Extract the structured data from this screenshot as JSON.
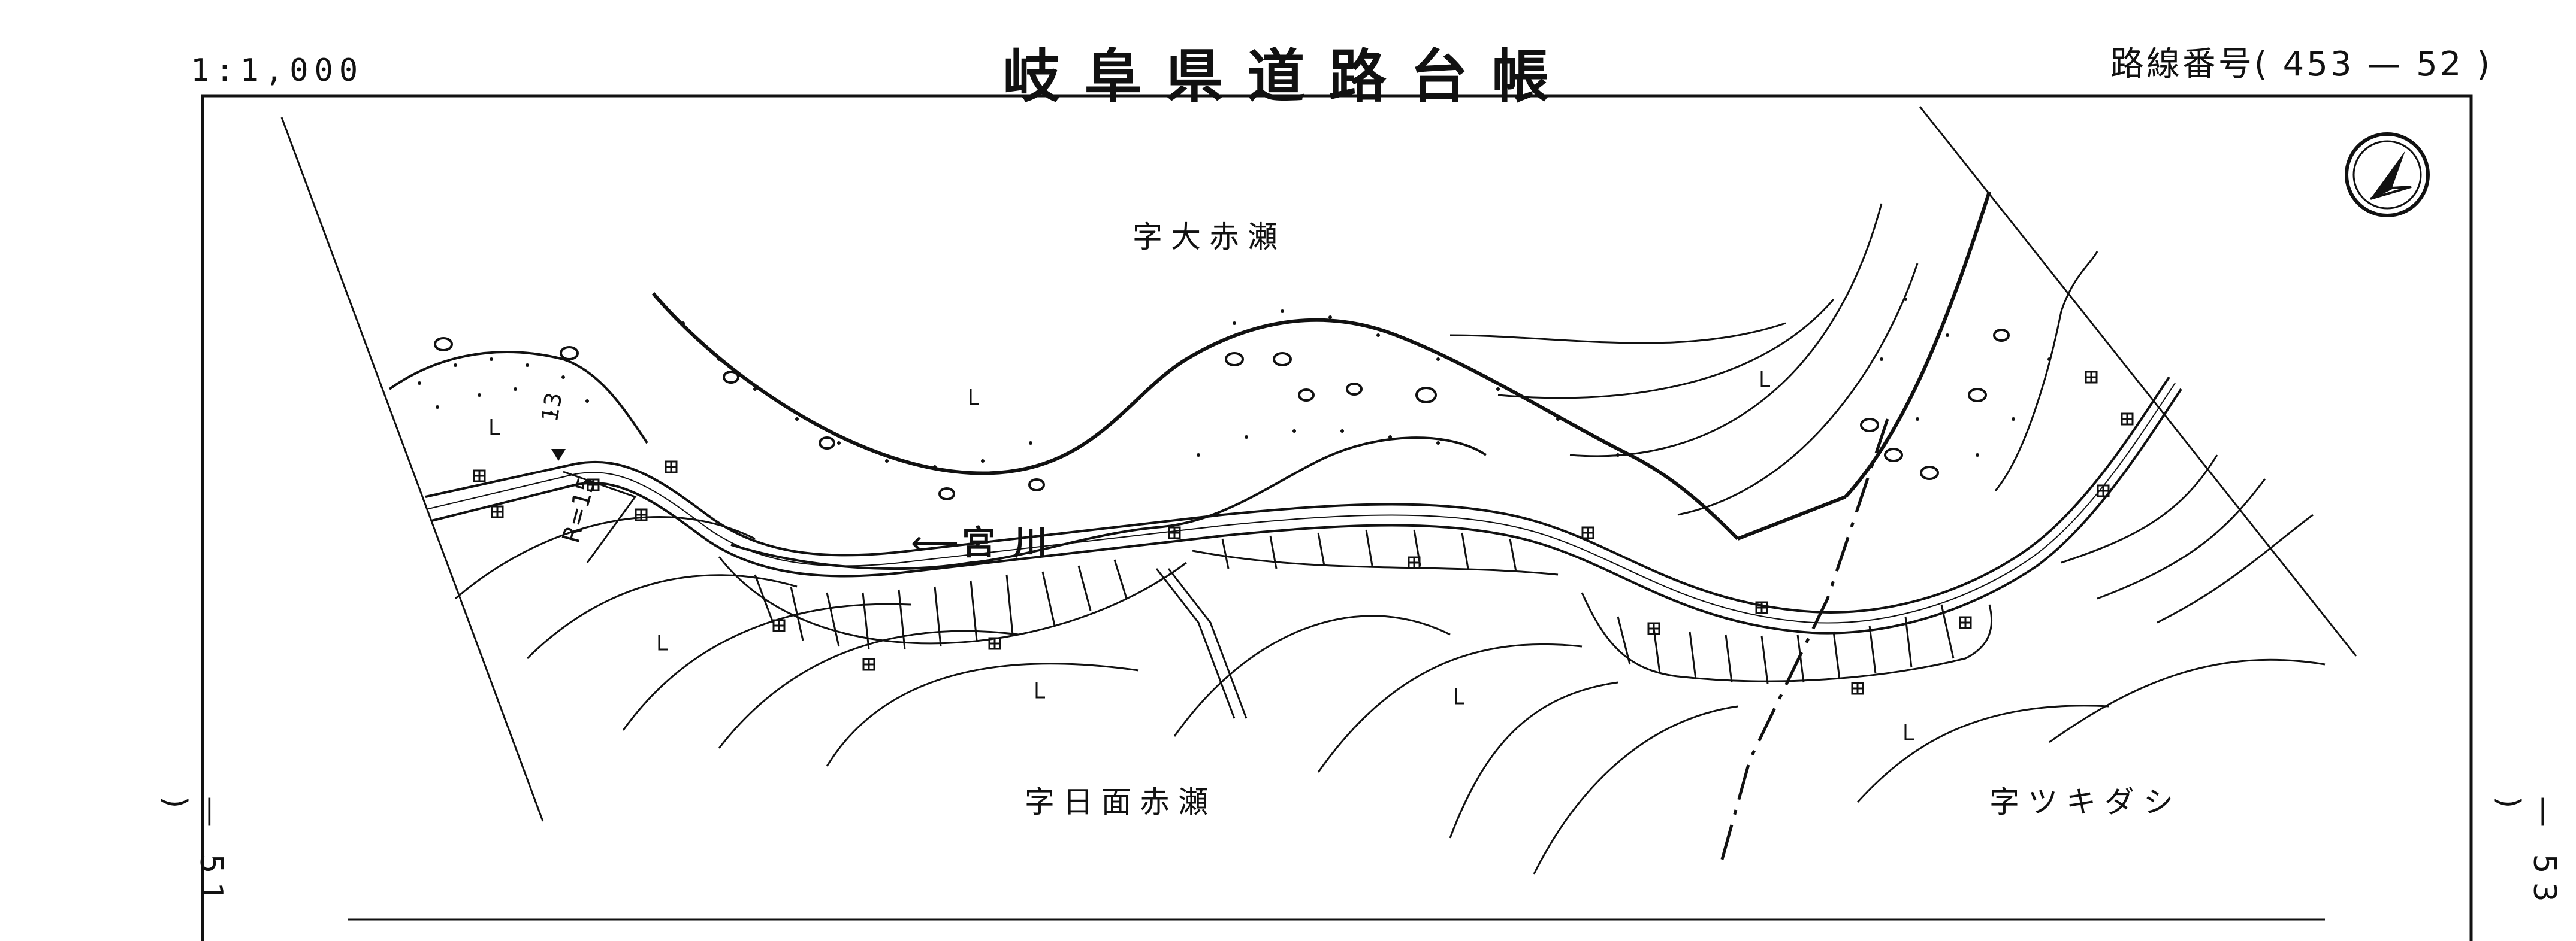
{
  "header": {
    "scale": "1:1,000",
    "title": "岐阜県道路台帳",
    "route_label": "路線番号",
    "route_open": "(",
    "route_number": "453 — 52",
    "route_close": ")"
  },
  "page_refs": {
    "left": "— 51 )",
    "right": "— 53 )"
  },
  "map": {
    "places": {
      "north": "字大赤瀬",
      "south": "字日面赤瀬",
      "southeast": "字ツキダシ"
    },
    "river": {
      "name": "宮川"
    },
    "annotations": {
      "radius": "R=15",
      "station_start": "13"
    },
    "symbols": {
      "north_arrow": "north-arrow-icon",
      "marker": "survey-marker-icon"
    },
    "colors": {
      "line": "#111111",
      "paper": "#ffffff"
    }
  }
}
